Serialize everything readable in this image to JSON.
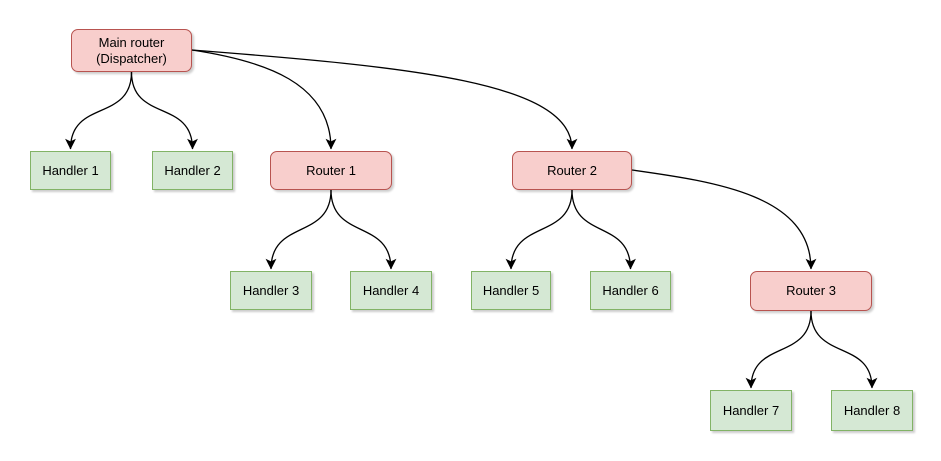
{
  "diagram": {
    "background": "#ffffff",
    "colors": {
      "router_fill": "#f8cecc",
      "router_border": "#b85450",
      "handler_fill": "#d5e8d4",
      "handler_border": "#82b366",
      "edge": "#000000"
    },
    "nodes": [
      {
        "id": "main-router",
        "label": "Main router\n(Dispatcher)",
        "type": "router"
      },
      {
        "id": "handler-1",
        "label": "Handler 1",
        "type": "handler"
      },
      {
        "id": "handler-2",
        "label": "Handler 2",
        "type": "handler"
      },
      {
        "id": "router-1",
        "label": "Router 1",
        "type": "router"
      },
      {
        "id": "router-2",
        "label": "Router 2",
        "type": "router"
      },
      {
        "id": "handler-3",
        "label": "Handler 3",
        "type": "handler"
      },
      {
        "id": "handler-4",
        "label": "Handler 4",
        "type": "handler"
      },
      {
        "id": "handler-5",
        "label": "Handler 5",
        "type": "handler"
      },
      {
        "id": "handler-6",
        "label": "Handler 6",
        "type": "handler"
      },
      {
        "id": "router-3",
        "label": "Router 3",
        "type": "router"
      },
      {
        "id": "handler-7",
        "label": "Handler 7",
        "type": "handler"
      },
      {
        "id": "handler-8",
        "label": "Handler 8",
        "type": "handler"
      }
    ],
    "edges": [
      {
        "from": "main-router",
        "to": "handler-1"
      },
      {
        "from": "main-router",
        "to": "handler-2"
      },
      {
        "from": "main-router",
        "to": "router-1"
      },
      {
        "from": "main-router",
        "to": "router-2"
      },
      {
        "from": "router-1",
        "to": "handler-3"
      },
      {
        "from": "router-1",
        "to": "handler-4"
      },
      {
        "from": "router-2",
        "to": "handler-5"
      },
      {
        "from": "router-2",
        "to": "handler-6"
      },
      {
        "from": "router-2",
        "to": "router-3"
      },
      {
        "from": "router-3",
        "to": "handler-7"
      },
      {
        "from": "router-3",
        "to": "handler-8"
      }
    ]
  }
}
